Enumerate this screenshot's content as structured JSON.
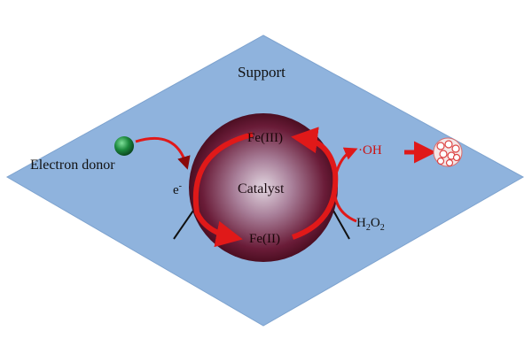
{
  "labels": {
    "support": "Support",
    "electron_donor": "Electron donor",
    "catalyst": "Catalyst",
    "fe3": "Fe(III)",
    "fe2": "Fe(II)",
    "electron": "e",
    "electron_charge": "-",
    "hydroxyl_radical": "·OH",
    "h2o2_prefix": "H",
    "h2o2_sub": "2",
    "h2o2_mid": "O",
    "h2o2_sub2": "2"
  },
  "colors": {
    "support_plane": "#8fb3dd",
    "arrow_red": "#e01919",
    "catalyst_core": "#d8c4d2",
    "catalyst_edge": "#4a0a1c",
    "donor_ball": "#1d8a3e"
  },
  "icons": {
    "electron_donor": "green-sphere-icon",
    "pollutant": "molecule-cluster-icon"
  }
}
